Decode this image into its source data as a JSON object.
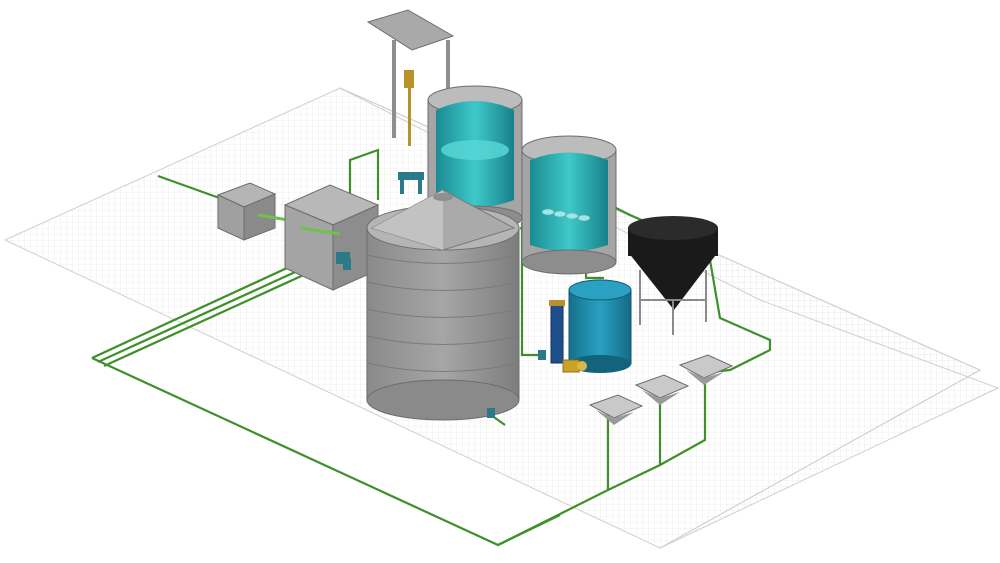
{
  "scene": {
    "description_visible_text": "",
    "colors": {
      "background": "#ffffff",
      "floor_grid": "#d9d9d9",
      "pipe": "#3f8f2a",
      "pipe_light": "#6cc24a",
      "tank_gray": "#9a9a9a",
      "tank_gray_dark": "#7c7c7c",
      "tank_gray_light": "#bdbdbd",
      "tank_blue": "#1e8fb0",
      "water_cyan": "#3fc9c9",
      "tank_black": "#1a1a1a",
      "valve_teal": "#2a7a8a",
      "pump_yellow": "#c9a227",
      "sensor_gold": "#b8912a"
    },
    "components": [
      "floor-slab-left",
      "floor-slab-right",
      "inlet-pipe",
      "inlet-box",
      "settling-chamber",
      "storage-tank-large",
      "reactor-tank-cyan",
      "reactor-tank-media",
      "cone-tank-black",
      "pressure-tank-blue",
      "filter-column",
      "pump",
      "dosing-basins",
      "rain-gauge-shelter"
    ]
  }
}
